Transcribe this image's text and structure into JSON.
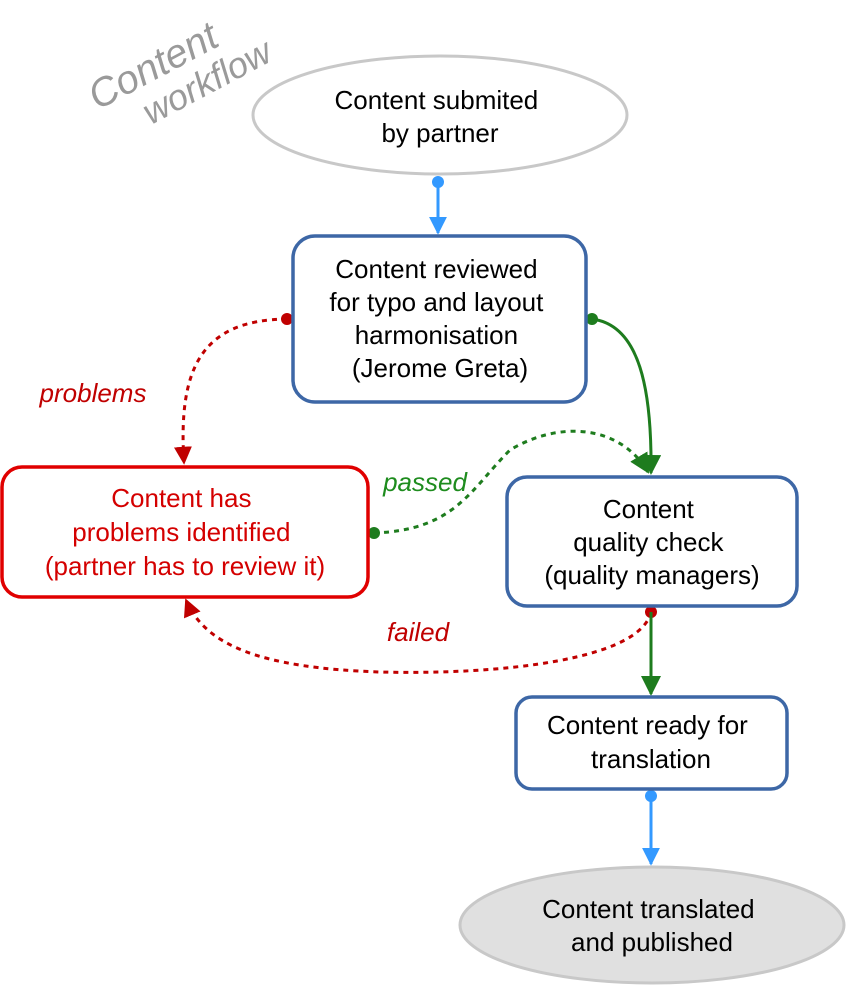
{
  "title": {
    "line1": "Content",
    "line2": "workflow"
  },
  "colors": {
    "blue_border": "#3d67a6",
    "grey_border": "#c8c8c8",
    "grey_fill": "#e0e0e0",
    "red": "#d40000",
    "dark_red": "#c00000",
    "green": "#1e7c1e",
    "light_blue": "#3399ff",
    "watermark": "#9a9a9a"
  },
  "nodes": {
    "submitted": {
      "lines": [
        "Content submited",
        "by partner"
      ]
    },
    "reviewed": {
      "lines": [
        "Content reviewed",
        "for typo and layout",
        "harmonisation",
        "(Jerome Greta)"
      ]
    },
    "problems": {
      "lines": [
        "Content has",
        "problems identified",
        "(partner has to review it)"
      ]
    },
    "quality": {
      "lines": [
        "Content",
        "quality check",
        "(quality managers)"
      ]
    },
    "ready": {
      "lines": [
        "Content ready for",
        "translation"
      ]
    },
    "published": {
      "lines": [
        "Content translated",
        "and published"
      ]
    }
  },
  "edges": {
    "problems_label": "problems",
    "passed_label": "passed",
    "failed_label": "failed"
  }
}
